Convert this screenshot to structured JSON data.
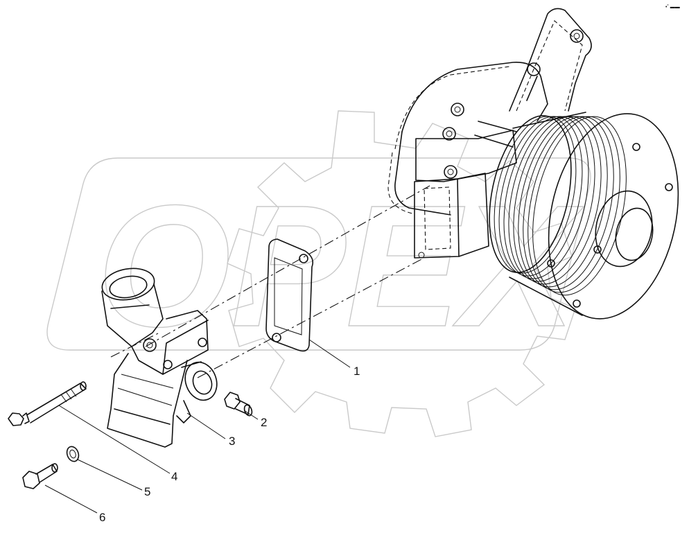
{
  "watermark": {
    "text": "OPEX"
  },
  "corner_mark": "•˚  ▬▬",
  "callouts": [
    {
      "id": "1",
      "part": "gasket"
    },
    {
      "id": "2",
      "part": "short-bolt"
    },
    {
      "id": "3",
      "part": "thermostat-housing"
    },
    {
      "id": "4",
      "part": "long-bolt"
    },
    {
      "id": "5",
      "part": "washer"
    },
    {
      "id": "6",
      "part": "bolt"
    }
  ]
}
